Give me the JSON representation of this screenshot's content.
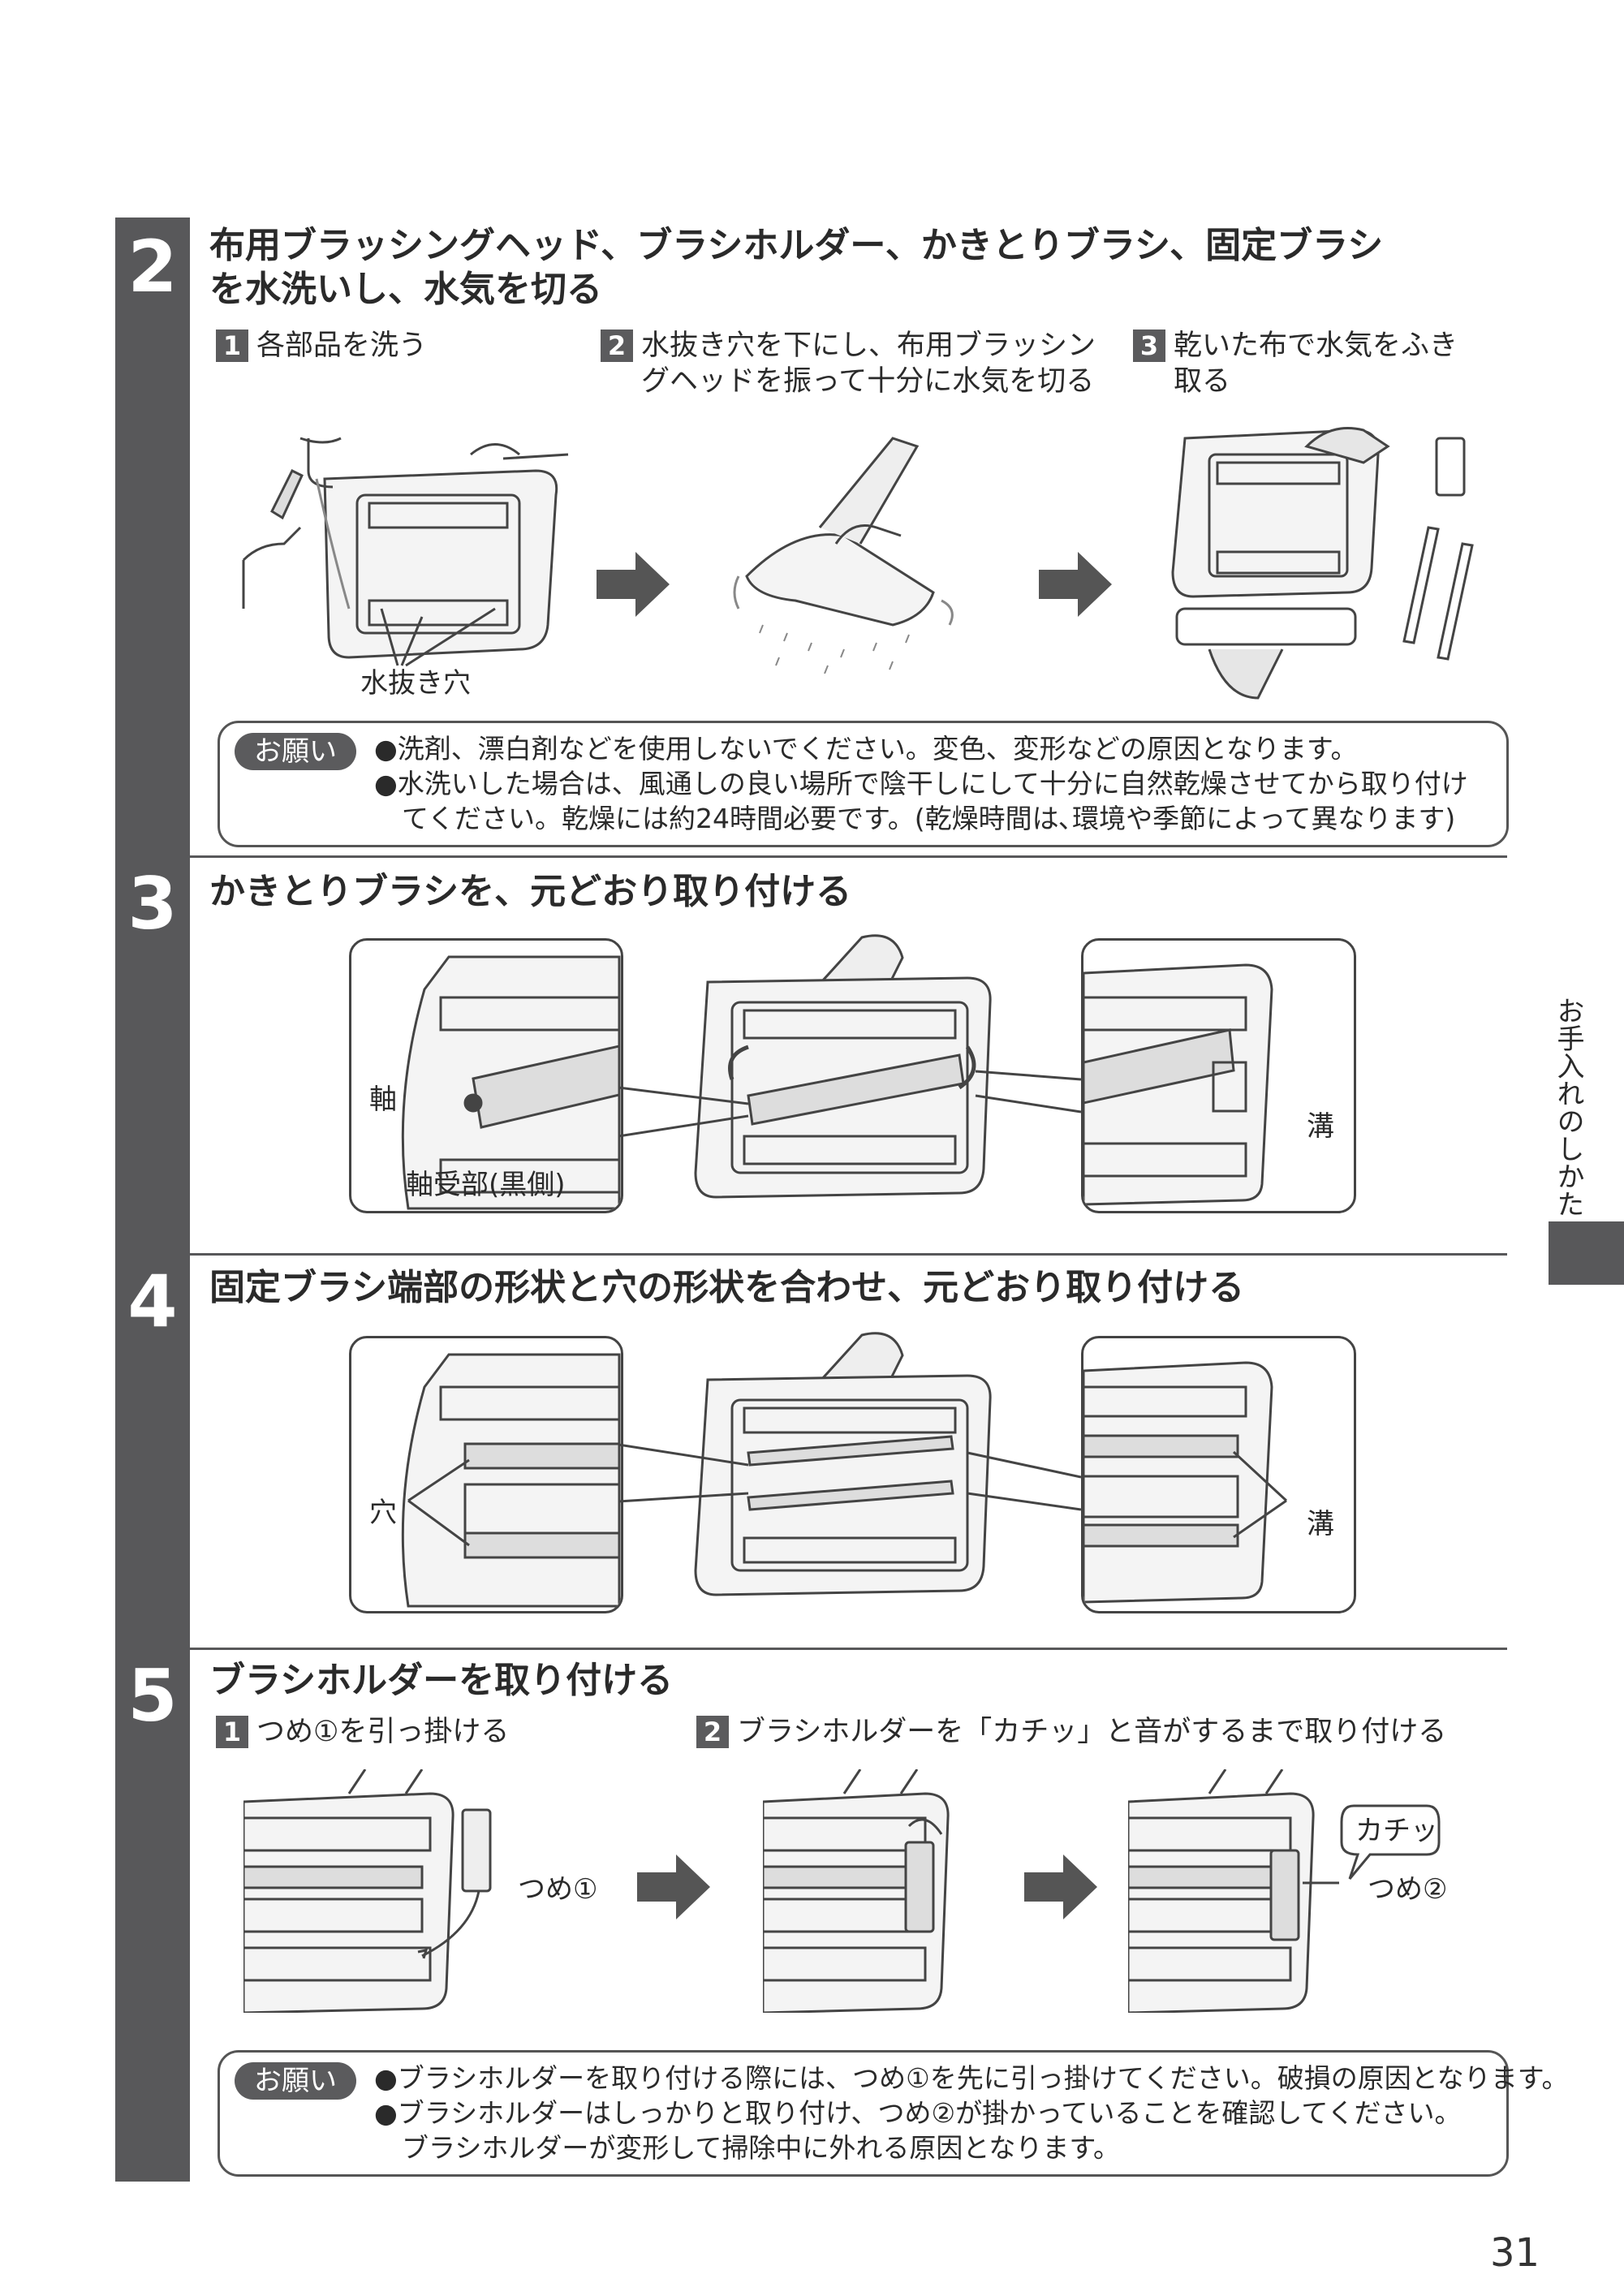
{
  "step2": {
    "number": "2",
    "title_line1": "布用ブラッシングヘッド、ブラシホルダー、かきとりブラシ、固定ブラシ",
    "title_line2": "を水洗いし、水気を切る",
    "sub1": {
      "num": "1",
      "text": "各部品を洗う"
    },
    "sub2": {
      "num": "2",
      "text_line1": "水抜き穴を下にし、布用ブラッシン",
      "text_line2": "グヘッドを振って十分に水気を切る"
    },
    "sub3": {
      "num": "3",
      "text_line1": "乾いた布で水気をふき",
      "text_line2": "取る"
    },
    "label_drain": "水抜き穴",
    "note": {
      "tag": "お願い",
      "line1": "●洗剤、漂白剤などを使用しないでください。変色、変形などの原因となります。",
      "line2": "●水洗いした場合は、風通しの良い場所で陰干しにして十分に自然乾燥させてから取り付け",
      "line3": "てください。乾燥には約24時間必要です。(乾燥時間は､環境や季節によって異なります)"
    }
  },
  "step3": {
    "number": "3",
    "title": "かきとりブラシを、元どおり取り付ける",
    "label_shaft": "軸",
    "label_bearing": "軸受部(黒側)",
    "label_groove": "溝"
  },
  "step4": {
    "number": "4",
    "title": "固定ブラシ端部の形状と穴の形状を合わせ、元どおり取り付ける",
    "label_hole": "穴",
    "label_groove": "溝"
  },
  "step5": {
    "number": "5",
    "title": "ブラシホルダーを取り付ける",
    "sub1": {
      "num": "1",
      "text": "つめ①を引っ掛ける"
    },
    "sub2": {
      "num": "2",
      "text": "ブラシホルダーを「カチッ」と音がするまで取り付ける"
    },
    "label_claw1": "つめ①",
    "label_click": "カチッ",
    "label_claw2": "つめ②",
    "note": {
      "tag": "お願い",
      "line1": "●ブラシホルダーを取り付ける際には、つめ①を先に引っ掛けてください。破損の原因となります。",
      "line2": "●ブラシホルダーはしっかりと取り付け、つめ②が掛かっていることを確認してください。",
      "line3": "ブラシホルダーが変形して掃除中に外れる原因となります。"
    }
  },
  "side_tab": "お手入れのしかた",
  "page_number": "31"
}
